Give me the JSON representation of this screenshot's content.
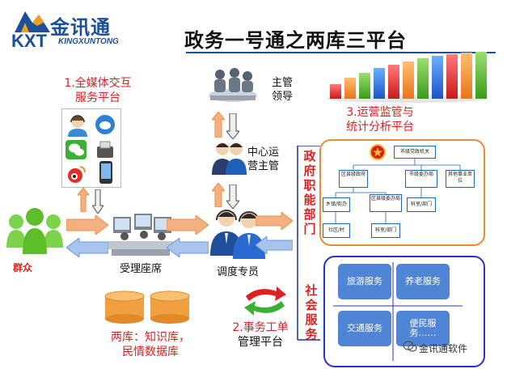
{
  "header": {
    "logo_text": "金讯通",
    "logo_abbr": "KXT",
    "logo_sub": "KINGXUNTONG",
    "title": "政务一号通之两库三平台"
  },
  "platforms": {
    "media_line1": "1.全媒体交互",
    "media_line2": "服务平台",
    "ops_line1": "3.运营监管与",
    "ops_line2": "统计分析平台",
    "work_line1": "2.事务工单",
    "work_line2": "管理平台"
  },
  "roles": {
    "leader_line1": "主管",
    "leader_line2": "领导",
    "center_line1": "中心运",
    "center_line2": "营主管",
    "seat": "受理座席",
    "dispatcher": "调度专员",
    "public": "群众"
  },
  "databases": {
    "line1": "两库：知识库，",
    "line2": "民情数据库"
  },
  "gov_label": [
    "政",
    "府",
    "职",
    "能",
    "部",
    "门"
  ],
  "soc_label": [
    "社",
    "会",
    "服",
    "务"
  ],
  "org_chart": {
    "root": "市级党政机关",
    "l2": [
      "区县级政府",
      "市级委办局",
      "其他事业单位"
    ],
    "l3": [
      "乡镇/街办",
      "区县级委办局",
      "科室/部门"
    ],
    "l4": [
      "社区/村",
      "科室/部门"
    ]
  },
  "services": [
    "旅游服务",
    "养老服务",
    "交通服务",
    "便民服务……"
  ],
  "watermark": "金讯通软件",
  "colors": {
    "brand": "#1c4f9c",
    "accent_red": "#e02020",
    "arrow_orange": "#f4b080",
    "arrow_blue": "#a8c4ec",
    "service_blue": "#4f85d4",
    "db_orange": "#f0a040"
  }
}
